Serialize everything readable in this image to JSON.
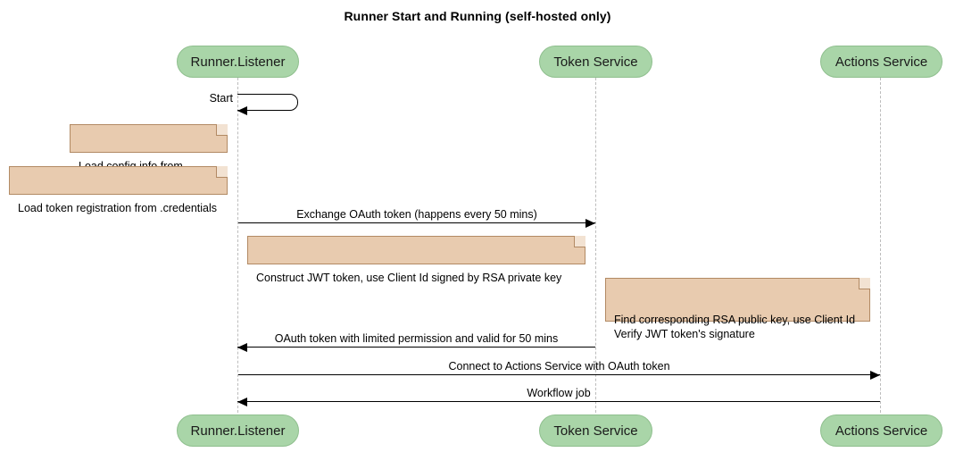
{
  "diagram": {
    "type": "sequence-diagram",
    "title": "Runner Start and Running (self-hosted only)",
    "colors": {
      "participant_fill": "#a9d5a8",
      "participant_border": "#8fbf8e",
      "note_fill": "#e8cbaf",
      "note_border": "#b28a64",
      "lifeline": "#bcbcbc",
      "message": "#000000",
      "background": "#ffffff"
    }
  },
  "participants": [
    {
      "id": "runner-listener",
      "label": "Runner.Listener"
    },
    {
      "id": "token-service",
      "label": "Token Service"
    },
    {
      "id": "actions-service",
      "label": "Actions Service"
    }
  ],
  "participants_bottom": [
    {
      "id": "runner-listener",
      "label": "Runner.Listener"
    },
    {
      "id": "token-service",
      "label": "Token Service"
    },
    {
      "id": "actions-service",
      "label": "Actions Service"
    }
  ],
  "messages": [
    {
      "id": "start",
      "label": "Start",
      "from": "runner-listener",
      "to": "runner-listener",
      "kind": "self",
      "direction": "left"
    },
    {
      "id": "exchange-oauth-token",
      "label": "Exchange OAuth token (happens every 50 mins)",
      "from": "runner-listener",
      "to": "token-service",
      "kind": "solid",
      "direction": "right"
    },
    {
      "id": "oauth-token-response",
      "label": "OAuth token with limited permission and valid for 50 mins",
      "from": "token-service",
      "to": "runner-listener",
      "kind": "solid",
      "direction": "left"
    },
    {
      "id": "connect-to-actions-service",
      "label": "Connect to Actions Service with OAuth token",
      "from": "runner-listener",
      "to": "actions-service",
      "kind": "solid",
      "direction": "right"
    },
    {
      "id": "workflow-job",
      "label": "Workflow job",
      "from": "actions-service",
      "to": "runner-listener",
      "kind": "solid",
      "direction": "left"
    }
  ],
  "notes": [
    {
      "id": "load-config-info",
      "text": "Load config info from .runner",
      "attached_to": "runner-listener"
    },
    {
      "id": "load-token-registration",
      "text": "Load token registration from .credentials",
      "attached_to": "runner-listener"
    },
    {
      "id": "construct-jwt-token",
      "text": "Construct JWT token, use Client Id signed by RSA private key",
      "attached_to": "runner-listener"
    },
    {
      "id": "verify-jwt-token",
      "text": "Find corresponding RSA public key, use Client Id\nVerify JWT token's signature",
      "attached_to": "token-service"
    }
  ]
}
